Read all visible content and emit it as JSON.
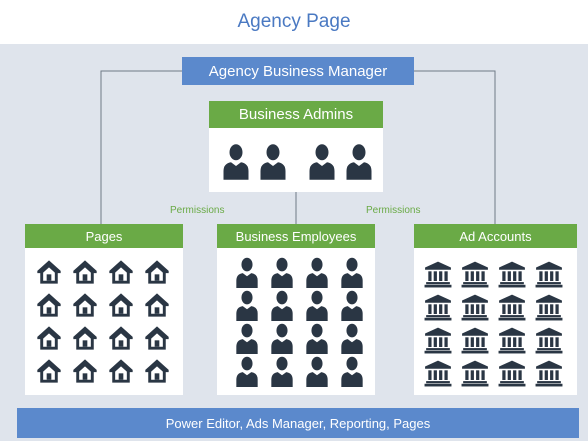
{
  "header": {
    "title": "Agency Page"
  },
  "manager": {
    "label": "Agency Business Manager"
  },
  "admins": {
    "label": "Business Admins",
    "icon": "person-icon",
    "count": 4
  },
  "permissions": {
    "left": "Permissions",
    "right": "Permissions"
  },
  "groups": {
    "pages": {
      "label": "Pages",
      "icon": "house-icon",
      "rows": 4,
      "cols": 4
    },
    "employees": {
      "label": "Business Employees",
      "icon": "person-icon",
      "rows": 4,
      "cols": 4
    },
    "ad_accounts": {
      "label": "Ad Accounts",
      "icon": "bank-icon",
      "rows": 4,
      "cols": 4
    }
  },
  "footer": {
    "label": "Power Editor, Ads Manager, Reporting, Pages"
  },
  "colors": {
    "title": "#4a79c2",
    "blue": "#5b89cc",
    "green": "#6aaa46",
    "panel": "#dfe4ec",
    "icon": "#2a3644",
    "line": "#6f7a86"
  }
}
